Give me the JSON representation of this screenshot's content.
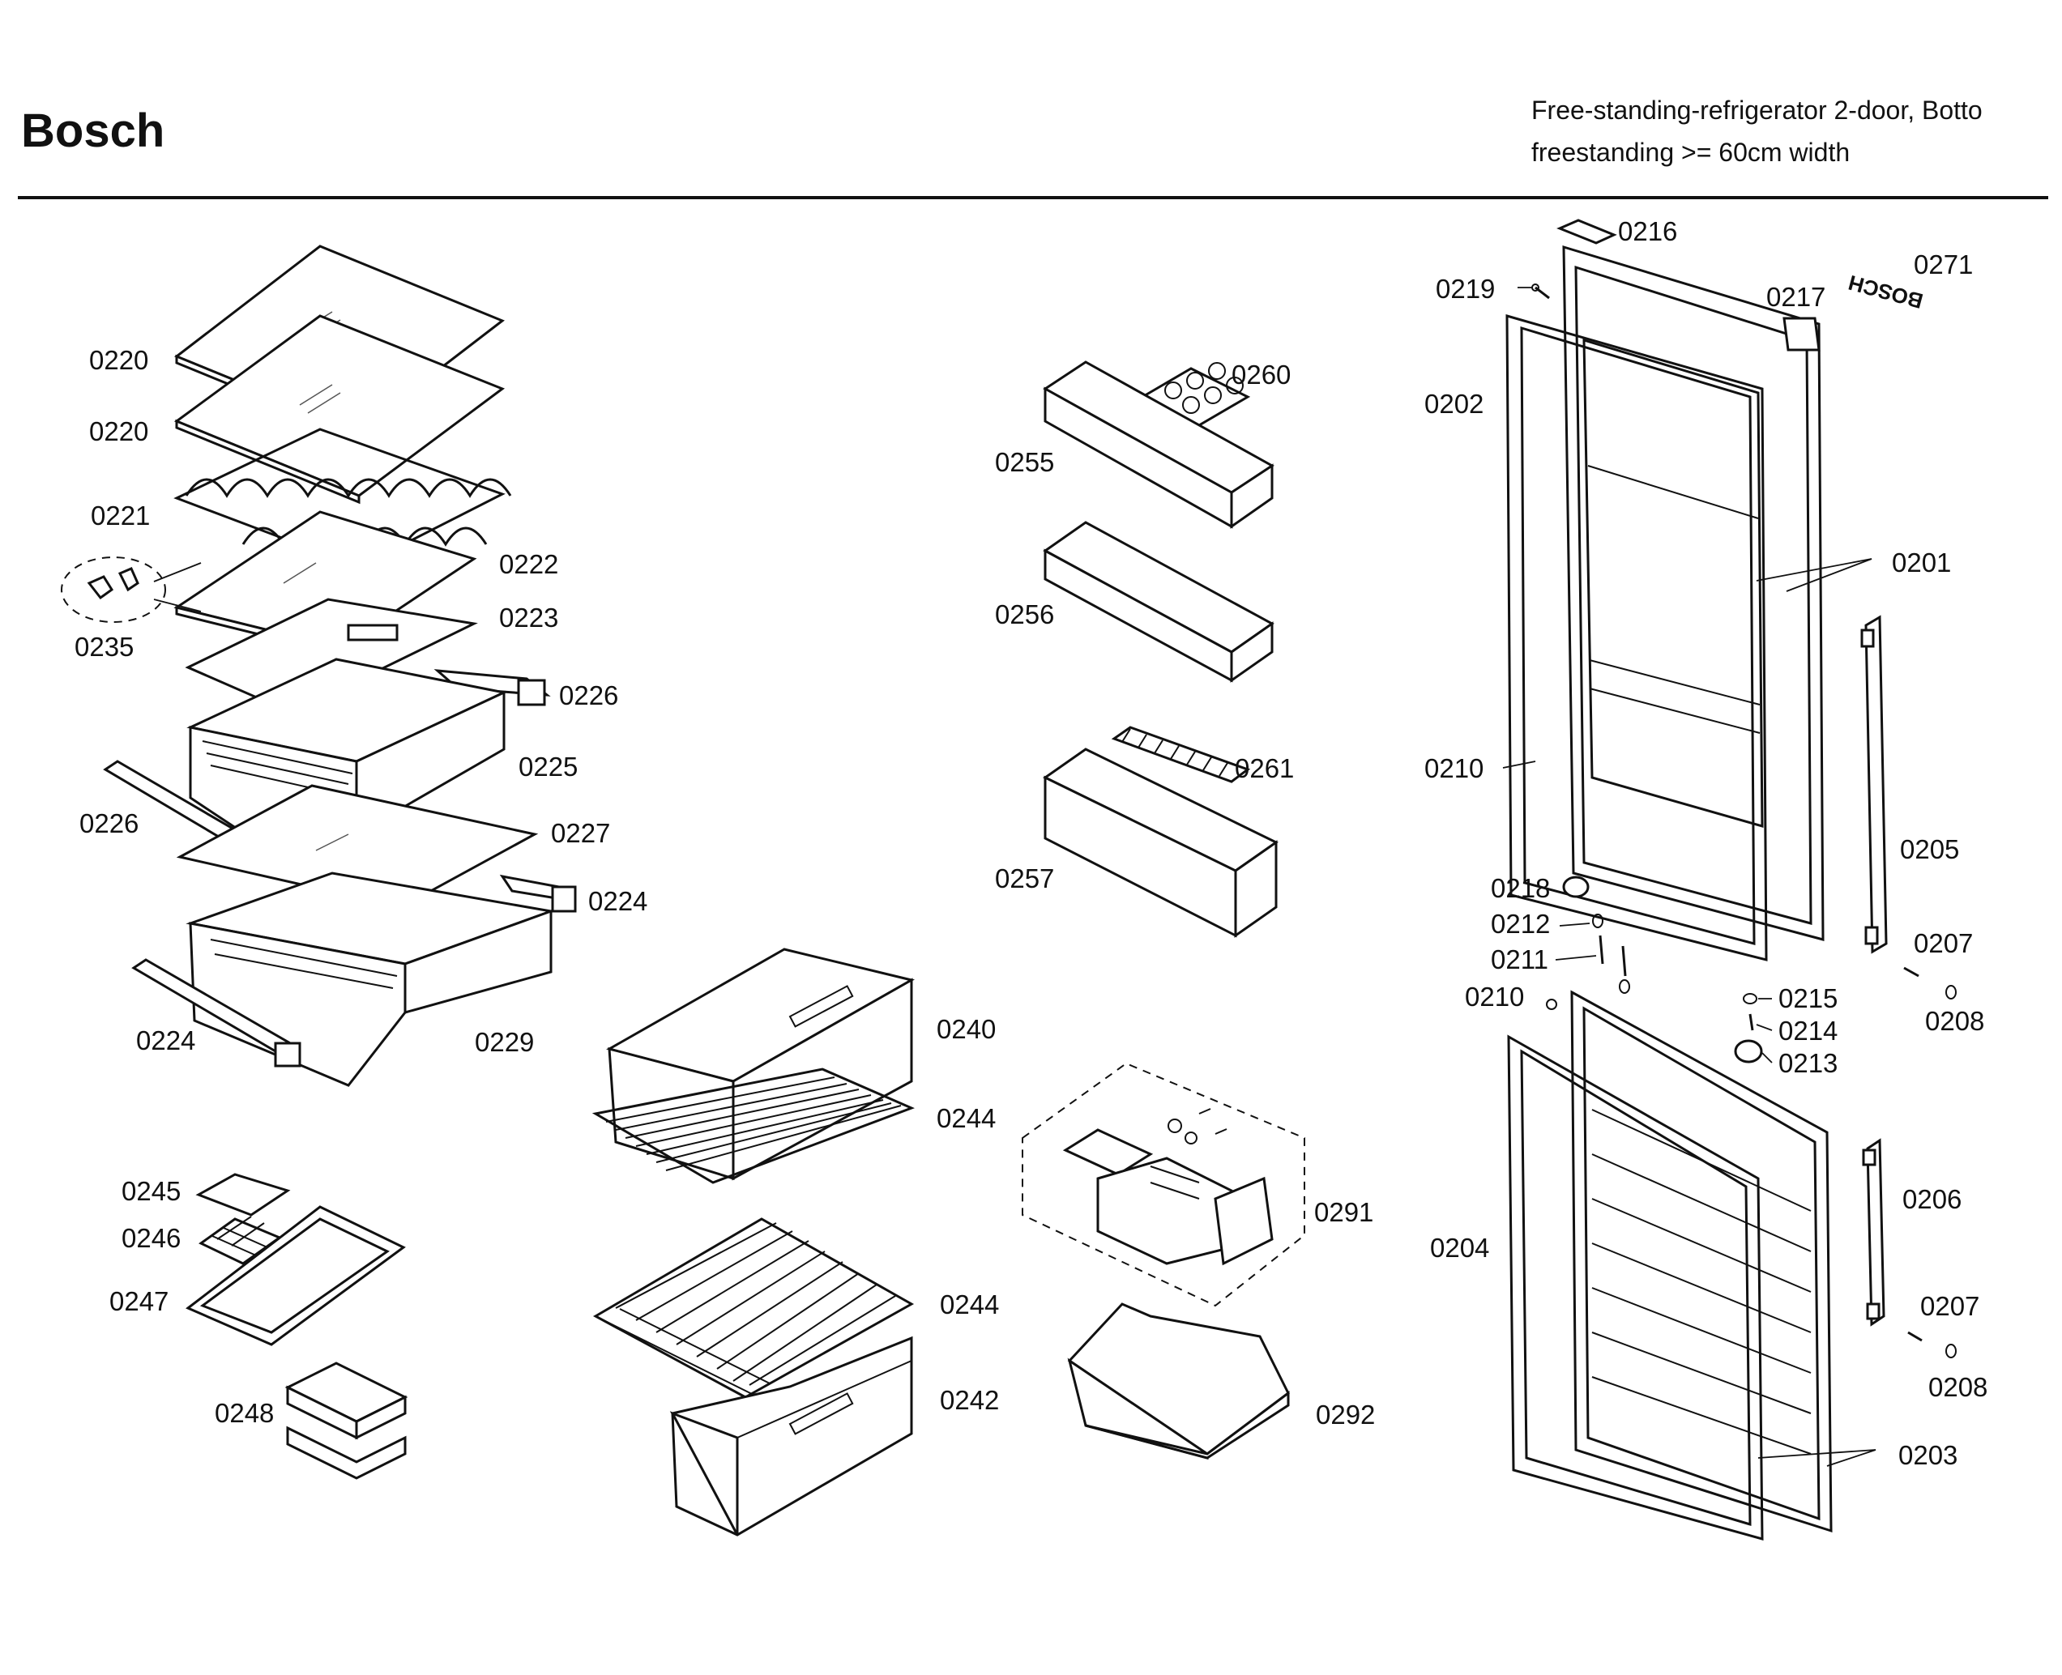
{
  "header": {
    "brand": "Bosch",
    "description_line1": "Free-standing-refrigerator 2-door, Botto",
    "description_line2": "freestanding >= 60cm width"
  },
  "callouts": {
    "c0220a": "0220",
    "c0220b": "0220",
    "c0221": "0221",
    "c0222": "0222",
    "c0223": "0223",
    "c0235": "0235",
    "c0226a": "0226",
    "c0225": "0225",
    "c0226b": "0226",
    "c0227": "0227",
    "c0224a": "0224",
    "c0224b": "0224",
    "c0229": "0229",
    "c0245": "0245",
    "c0246": "0246",
    "c0247": "0247",
    "c0248": "0248",
    "c0240": "0240",
    "c0244a": "0244",
    "c0244b": "0244",
    "c0242": "0242",
    "c0260": "0260",
    "c0255": "0255",
    "c0256": "0256",
    "c0261": "0261",
    "c0257": "0257",
    "c0291": "0291",
    "c0292": "0292",
    "c0216": "0216",
    "c0219": "0219",
    "c0271": "0271",
    "c0217": "0217",
    "c0202": "0202",
    "c0201": "0201",
    "c0210a": "0210",
    "c0205": "0205",
    "c0218": "0218",
    "c0212": "0212",
    "c0211": "0211",
    "c0207a": "0207",
    "c0210b": "0210",
    "c0215": "0215",
    "c0214": "0214",
    "c0213": "0213",
    "c0208a": "0208",
    "c0204": "0204",
    "c0206": "0206",
    "c0207b": "0207",
    "c0208b": "0208",
    "c0203": "0203"
  },
  "door_emblem": "BOSCH"
}
